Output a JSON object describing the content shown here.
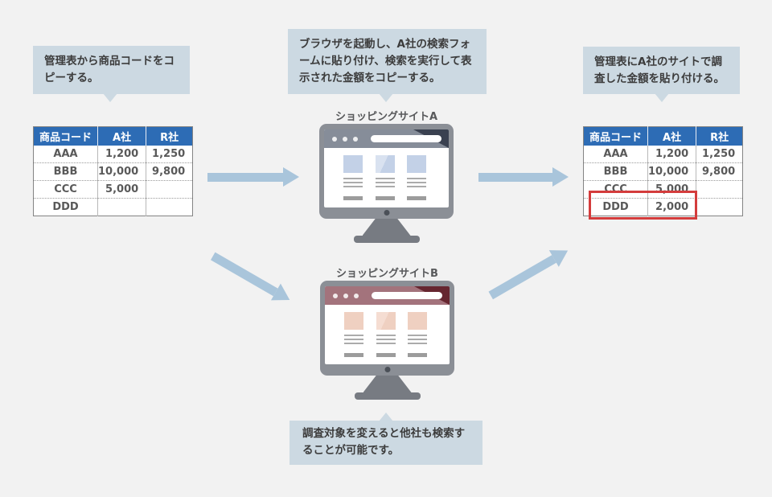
{
  "theme": {
    "bg": "#f2f2f2",
    "callout_bg": "#ccd9e2",
    "text_dark": "#3c3c3c",
    "header_bg": "#2d6cb5",
    "header_text": "#ffffff",
    "cell_text": "#595959",
    "arrow": "#a9c5db",
    "red": "#d43c3c",
    "frame": "#8b8f96",
    "stand": "#777b82",
    "bar_a": "#868d99",
    "corner_a": "#3a4150",
    "block_a": "#c3d1e7",
    "block_a_light": "#d9e2f0",
    "bar_b": "#a3737c",
    "corner_b": "#662630",
    "block_b": "#efd0c1",
    "block_b_light": "#f5ddd2",
    "line_grey": "#ababab",
    "btn_grey": "#9c9c9c",
    "label_text": "#58595b"
  },
  "callouts": {
    "copy_code": "管理表から商品コードをコピーする。",
    "search_site_a": "ブラウザを起動し、A社の検索フォームに貼り付け、検索を実行して表示された金額をコピーする。",
    "paste_price": "管理表にA社のサイトで調査した金額を貼り付ける。",
    "other_sites": "調査対象を変えると他社も検索することが可能です。"
  },
  "sites": {
    "a": {
      "label": "ショッピングサイトA"
    },
    "b": {
      "label": "ショッピングサイトB"
    }
  },
  "tables": {
    "left": {
      "headers": [
        "商品コード",
        "A社",
        "R社"
      ],
      "rows": [
        [
          "AAA",
          "1,200",
          "1,250"
        ],
        [
          "BBB",
          "10,000",
          "9,800"
        ],
        [
          "CCC",
          "5,000",
          ""
        ],
        [
          "DDD",
          "",
          ""
        ]
      ]
    },
    "right": {
      "headers": [
        "商品コード",
        "A社",
        "R社"
      ],
      "rows": [
        [
          "AAA",
          "1,200",
          "1,250"
        ],
        [
          "BBB",
          "10,000",
          "9,800"
        ],
        [
          "CCC",
          "5,000",
          ""
        ],
        [
          "DDD",
          "2,000",
          ""
        ]
      ],
      "highlight_note": "DDD row A社 cell outlined in red"
    }
  }
}
